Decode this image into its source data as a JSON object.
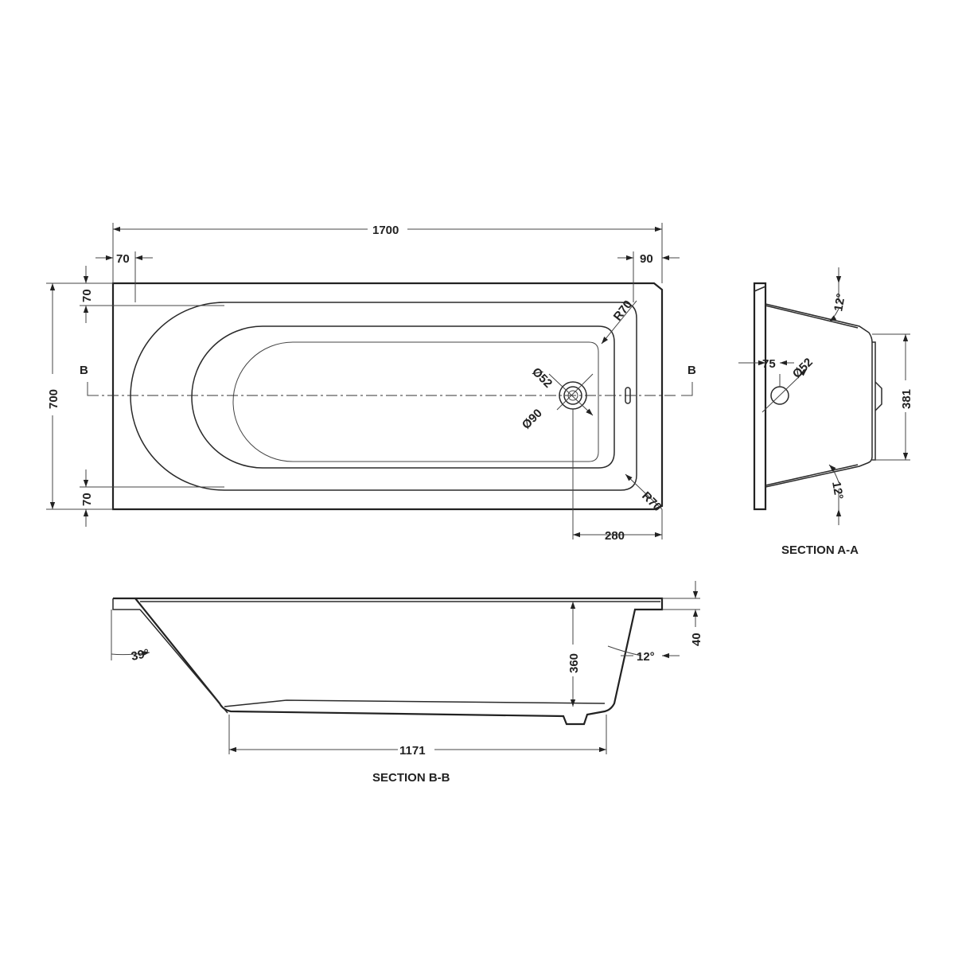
{
  "plan": {
    "dims": {
      "length": "1700",
      "left_rim": "70",
      "right_rim": "90",
      "width": "700",
      "top_rim": "70",
      "bottom_rim": "70",
      "corner_radius_top": "R70",
      "corner_radius_bottom": "R70",
      "waste_diameter": "Ø52",
      "waste_outer_diameter": "Ø90",
      "waste_offset": "280"
    },
    "section_marker_left": "B",
    "section_marker_right": "B"
  },
  "section_aa": {
    "title": "SECTION A-A",
    "dims": {
      "angle_top": "12°",
      "angle_bottom": "12°",
      "overflow_offset": "75",
      "overflow_diameter": "Ø52",
      "height": "381"
    }
  },
  "section_bb": {
    "title": "SECTION B-B",
    "dims": {
      "angle_left": "39°",
      "angle_right": "12°",
      "depth": "360",
      "rim_height": "40",
      "base_length": "1171"
    }
  }
}
